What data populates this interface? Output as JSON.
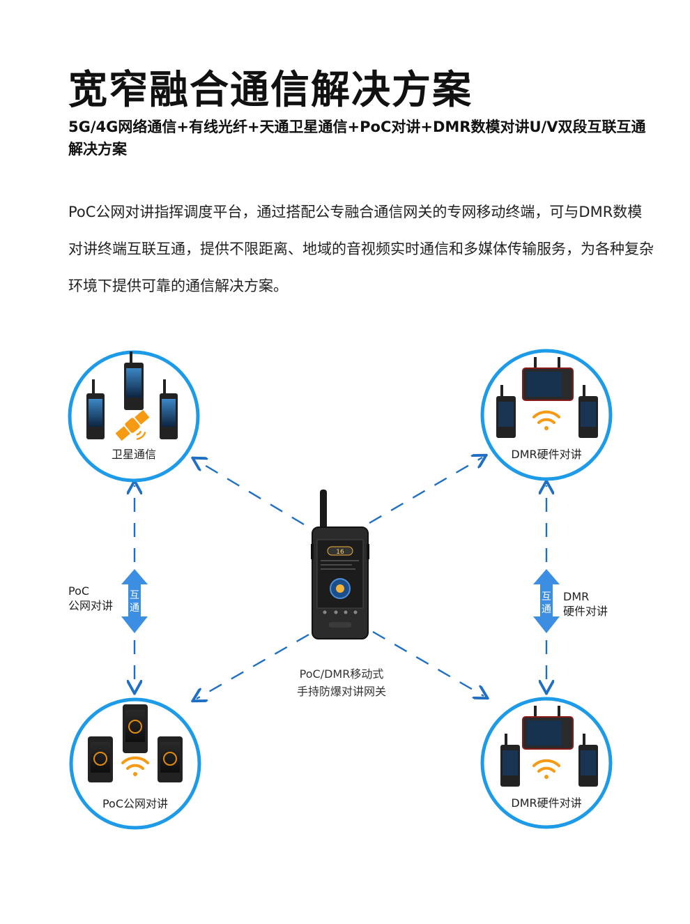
{
  "header": {
    "title": "宽窄融合通信解决方案",
    "subtitle": "5G/4G网络通信+有线光纤+天通卫星通信+PoC对讲+DMR数模对讲U/V双段互联互通解决方案",
    "description": "PoC公网对讲指挥调度平台，通过搭配公专融合通信网关的专网移动终端，可与DMR数模对讲终端互联互通，提供不限距离、地域的音视频实时通信和多媒体传输服务，为各种复杂环境下提供可靠的通信解决方案。"
  },
  "diagram": {
    "center_label_line1": "PoC/DMR移动式",
    "center_label_line2": "手持防爆对讲网关",
    "nodes": {
      "top_left": "卫星通信",
      "top_right": "DMR硬件对讲",
      "bottom_left": "PoC公网对讲",
      "bottom_right": "DMR硬件对讲"
    },
    "left_link": {
      "line1": "PoC",
      "line2": "公网对讲",
      "arrow_text": [
        "互",
        "通"
      ]
    },
    "right_link": {
      "line1": "DMR",
      "line2": "硬件对讲",
      "arrow_text": [
        "互",
        "通"
      ]
    },
    "screen_value": "16",
    "colors": {
      "ring": "#1e9be8",
      "dash": "#1f6fc4",
      "arrow_fill": "#3b8ee2",
      "wifi": "#f59a12",
      "satellite": "#f59a12"
    }
  }
}
